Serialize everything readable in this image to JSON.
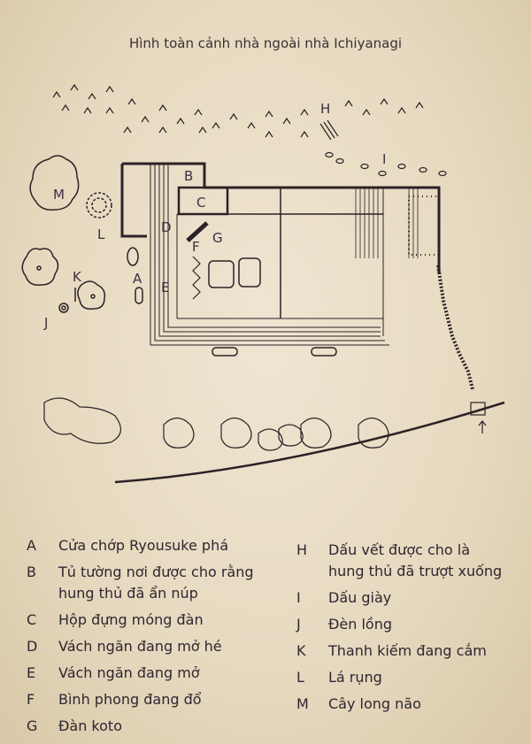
{
  "title": "Hình toàn cảnh nhà ngoài nhà Ichiyanagi",
  "map_labels": [
    "A",
    "B",
    "C",
    "D",
    "E",
    "F",
    "G",
    "H",
    "I",
    "J",
    "K",
    "L",
    "M"
  ],
  "legend_left": [
    {
      "key": "A",
      "text": "Cửa chớp Ryousuke phá"
    },
    {
      "key": "B",
      "text": "Tủ tường nơi được cho rằng\nhung thủ đã ẩn núp"
    },
    {
      "key": "C",
      "text": "Hộp đựng móng đàn"
    },
    {
      "key": "D",
      "text": "Vách ngăn đang mở hé"
    },
    {
      "key": "E",
      "text": "Vách ngăn đang mở"
    },
    {
      "key": "F",
      "text": "Bình phong đang đổ"
    },
    {
      "key": "G",
      "text": "Đàn koto"
    }
  ],
  "legend_right": [
    {
      "key": "H",
      "text": "Dấu vết được cho là\nhung thủ đã trượt xuống"
    },
    {
      "key": "I",
      "text": "Dấu giày"
    },
    {
      "key": "J",
      "text": "Đèn lồng"
    },
    {
      "key": "K",
      "text": "Thanh kiếm đang cắm"
    },
    {
      "key": "L",
      "text": "Lá rụng"
    },
    {
      "key": "M",
      "text": "Cây long não"
    }
  ]
}
